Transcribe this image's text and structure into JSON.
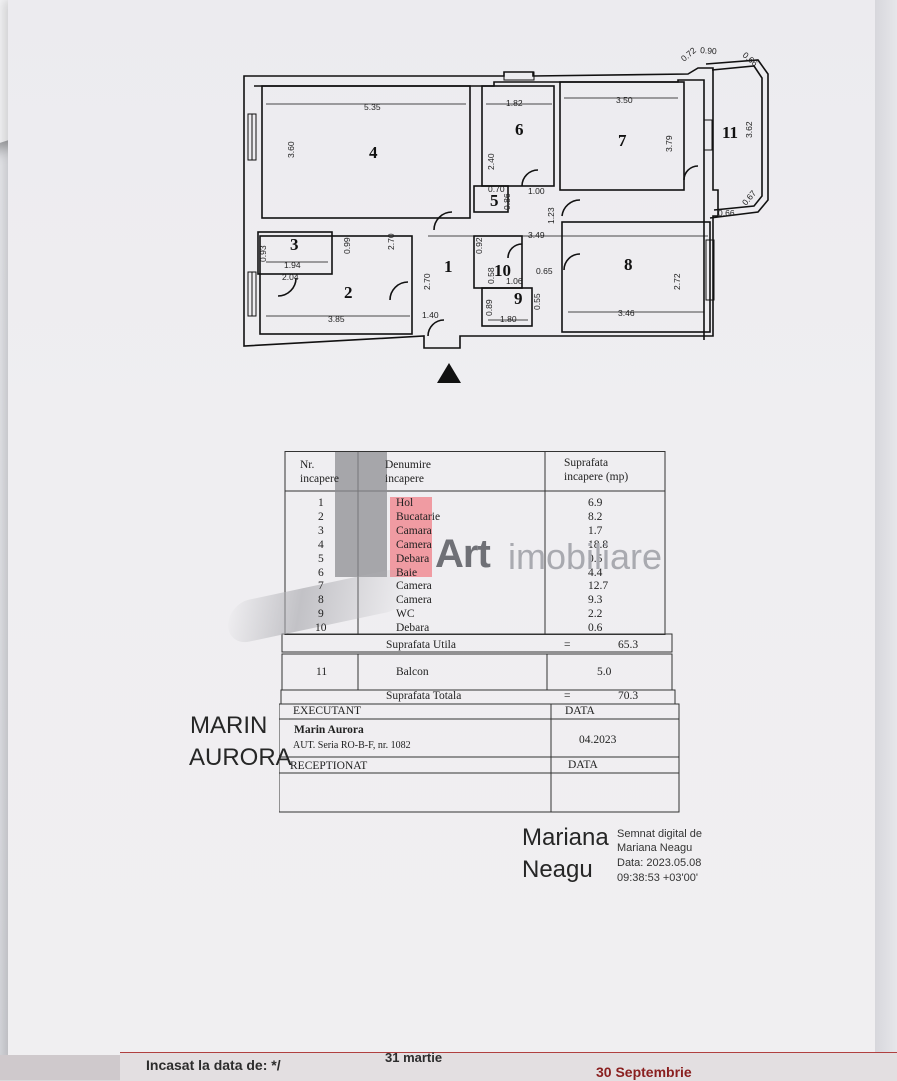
{
  "floor_plan": {
    "rooms": [
      {
        "number": "4",
        "dim_w": "5.35",
        "dim_h": "3.60"
      },
      {
        "number": "6",
        "dim_w": "1.82",
        "dim_h": "2.40"
      },
      {
        "number": "7",
        "dim_w": "3.50",
        "dim_h": "3.79"
      },
      {
        "number": "11",
        "dim_w": "0.90",
        "dim_h": "3.62"
      },
      {
        "number": "5",
        "dim_w": "0.70",
        "dim_h": "0.86"
      },
      {
        "number": "3",
        "dim_w": "1.94",
        "dim_h": "0.93"
      },
      {
        "number": "2",
        "dim_w": "3.85",
        "dim_h": "0.99"
      },
      {
        "number": "1",
        "dim_w": "1.40",
        "dim_h": "2.70"
      },
      {
        "number": "10",
        "dim_w": "1.06",
        "dim_h": "0.58"
      },
      {
        "number": "9",
        "dim_w": "1.80",
        "dim_h": "0.89"
      },
      {
        "number": "8",
        "dim_w": "3.46",
        "dim_h": "2.72"
      }
    ],
    "extra_dims": [
      "1.00",
      "1.23",
      "3.49",
      "0.92",
      "0.65",
      "0.55",
      "2.04",
      "2.70",
      "0.66",
      "0.67",
      "0.72",
      "0.66"
    ]
  },
  "table": {
    "header": {
      "nr": "Nr.",
      "nr2": "incapere",
      "name": "Denumire",
      "name2": "incapere",
      "area": "Suprafata",
      "area2": "incapere (mp)"
    },
    "rows": [
      {
        "nr": "1",
        "name": "Hol",
        "area": "6.9"
      },
      {
        "nr": "2",
        "name": "Bucatarie",
        "area": "8.2"
      },
      {
        "nr": "3",
        "name": "Camara",
        "area": "1.7"
      },
      {
        "nr": "4",
        "name": "Camera",
        "area": "18.8"
      },
      {
        "nr": "5",
        "name": "Debara",
        "area": "0.5"
      },
      {
        "nr": "6",
        "name": "Baie",
        "area": "4.4"
      },
      {
        "nr": "7",
        "name": "Camera",
        "area": "12.7"
      },
      {
        "nr": "8",
        "name": "Camera",
        "area": "9.3"
      },
      {
        "nr": "9",
        "name": "WC",
        "area": "2.2"
      },
      {
        "nr": "10",
        "name": "Debara",
        "area": "0.6"
      }
    ],
    "utila_label": "Suprafata Utila",
    "utila_eq": "=",
    "utila_value": "65.3",
    "balcon_nr": "11",
    "balcon_name": "Balcon",
    "balcon_value": "5.0",
    "totala_label": "Suprafata Totala",
    "totala_eq": "=",
    "totala_value": "70.3",
    "executant_label": "EXECUTANT",
    "executant_name": "Marin Aurora",
    "executant_aut": "AUT. Seria RO-B-F, nr. 1082",
    "data_label_1": "DATA",
    "data_value_1": "04.2023",
    "receptionat_label": "RECEPTIONAT",
    "data_label_2": "DATA"
  },
  "watermark": {
    "brand": "Art",
    "suffix": "imobiliare"
  },
  "handwritten_left": {
    "line1": "MARIN",
    "line2": "AURORA"
  },
  "signature": {
    "name1": "Mariana",
    "name2": "Neagu",
    "line1": "Semnat digital de",
    "line2": "Mariana Neagu",
    "line3": "Data: 2023.05.08",
    "line4": "09:38:53 +03'00'"
  },
  "bottom": {
    "left": "Incasat la data de: */",
    "mid": "31 martie",
    "right": "30 Septembrie"
  }
}
